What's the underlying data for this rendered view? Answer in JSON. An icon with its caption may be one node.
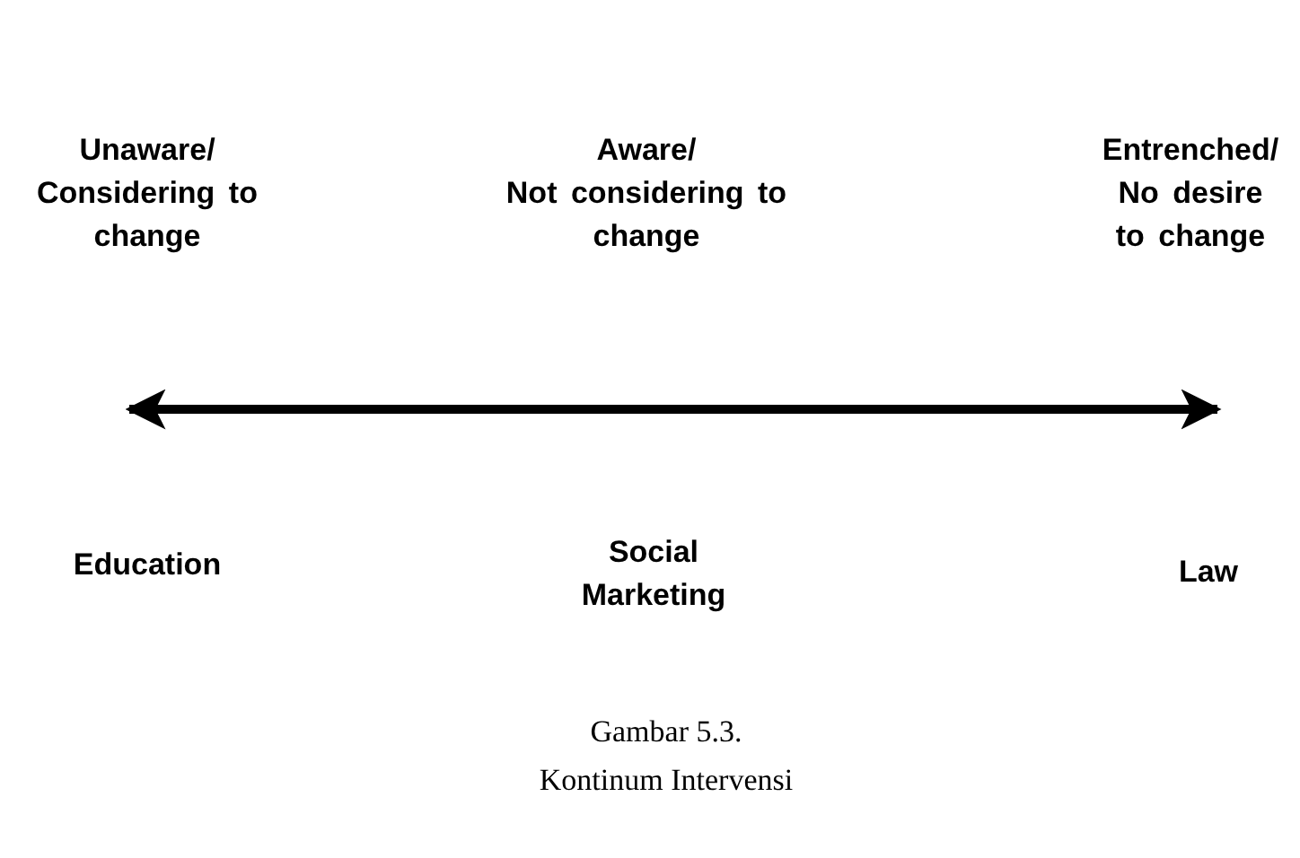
{
  "diagram": {
    "caption": "Gambar 5.3. Kontinum Intervensi",
    "labels": [
      "Unaware/ Considering to change",
      "Aware/ Not considering to change",
      "Entrenched/ No desire to change",
      "Education",
      "Social Marketing",
      "Law"
    ]
  }
}
